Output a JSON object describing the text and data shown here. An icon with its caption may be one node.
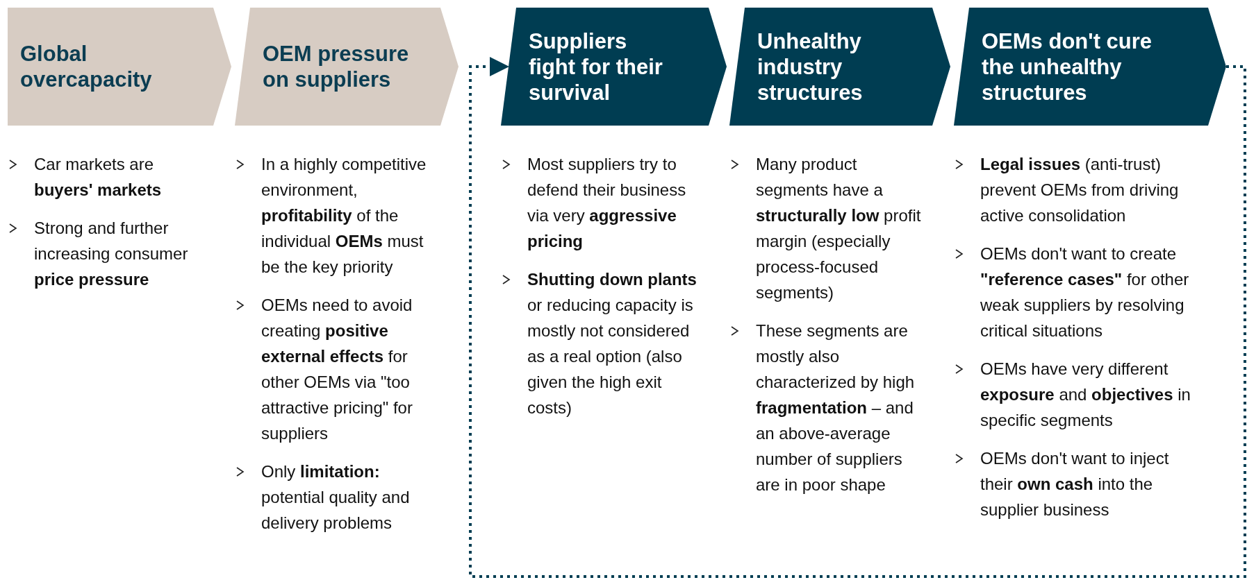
{
  "diagram": {
    "nodes": [
      {
        "text": [
          "Global overcapacity"
        ],
        "beside": [
          "Car markets are **buyers' markets**",
          "Strong and further increasing consumer **price pressure**"
        ]
      },
      {
        "text": [
          "OEM pressure on suppliers"
        ],
        "beside": [
          "In a highly competitive environment, **profitability** of the individual **OEMs** must be the key priority",
          "OEMs need to avoid creating **positive external effects** for other OEMs via \"too attractive pricing\" for suppliers",
          "Only **limitation:** potential quality and delivery problems"
        ]
      },
      {
        "text": [
          "Suppliers fight for their survival"
        ],
        "beside": [
          "Most suppliers try to defend their business via very **aggressive pricing**",
          "**Shutting down plants** or reducing capacity is mostly not considered as a real option (also given the high exit costs)"
        ]
      },
      {
        "text": [
          "Unhealthy industry structures"
        ],
        "beside": [
          "Many product segments have a **structurally low** profit margin (especially process-focused segments)",
          "These segments are mostly also characterized by high **fragmentation** – and an above-average number of suppliers are in poor shape"
        ]
      },
      {
        "text": [
          "OEMs don't cure the unhealthy structures"
        ],
        "beside": [
          "**Legal issues** (anti-trust) prevent OEMs from driving active consolidation",
          "OEMs don't want to create **\"reference cases\"** for other weak suppliers by resolving critical situations",
          "OEMs have very different **exposure** and **objectives** in specific segments",
          "OEMs don't want to inject their **own cash** into the supplier business"
        ]
      }
    ],
    "edges": [
      {
        "from": 4,
        "to": 2,
        "arrow": "to",
        "style": "dashed"
      }
    ]
  }
}
